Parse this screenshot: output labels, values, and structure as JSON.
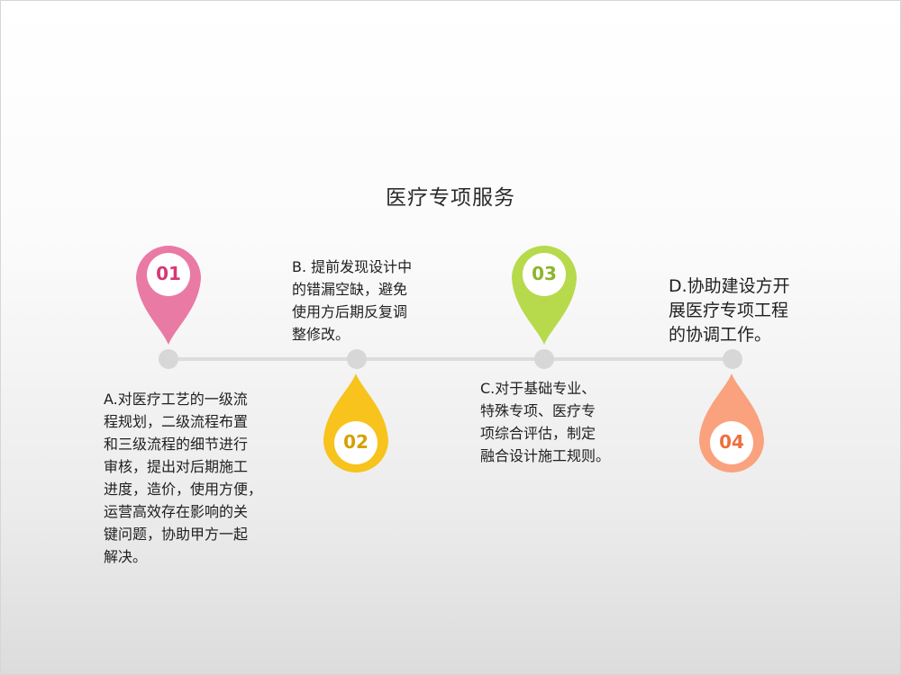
{
  "title": "医疗专项服务",
  "steps": [
    {
      "number": "01",
      "color": "#e97aa4",
      "text_color": "#d43a74",
      "lines": [
        "A.对医疗工艺的一级流",
        "程规划，二级流程布置",
        "和三级流程的细节进行",
        "审核，提出对后期施工",
        "进度，造价，使用方便，",
        "运营高效存在影响的关",
        "键问题，协助甲方一起",
        "解决。"
      ]
    },
    {
      "number": "02",
      "color": "#f7c31c",
      "text_color": "#d4a000",
      "lines": [
        "B. 提前发现设计中",
        "的错漏空缺，避免",
        "使用方后期反复调",
        "整修改。"
      ]
    },
    {
      "number": "03",
      "color": "#b7da4c",
      "text_color": "#8db52a",
      "lines": [
        "C.对于基础专业、",
        "特殊专项、医疗专",
        "项综合评估，制定",
        "融合设计施工规则。"
      ]
    },
    {
      "number": "04",
      "color": "#f9a27d",
      "text_color": "#ee6f3c",
      "lines": [
        "D.协助建设方开",
        "展医疗专项工程",
        "的协调工作。"
      ]
    }
  ]
}
